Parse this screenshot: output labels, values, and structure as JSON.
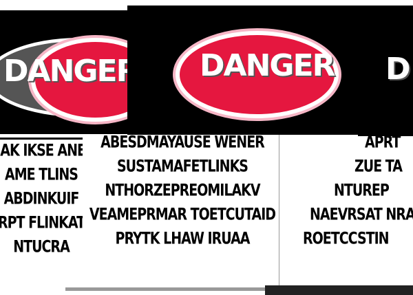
{
  "signs": [
    {
      "header": "DANGER",
      "lines": [
        "MAK IKSE ANER",
        "AME TLINS",
        "ABDINKUIF",
        "RPT FLINKAT",
        "NTUCRA"
      ]
    },
    {
      "header": "DANGER",
      "lines": [
        "ABESDMAYAUSE WENER",
        "SUSTAMAFETLINKS",
        "NTHORZEPREOMILAKV",
        "VEAMEPRMAR TOETCUTAID",
        "PRYTK LHAW IRUAA"
      ]
    },
    {
      "header": "D",
      "lines": [
        "APRT",
        "ZUE TA",
        "NTUREP",
        "NAEVRSAT NRA",
        "ROETCCSTIN"
      ]
    }
  ],
  "colors": {
    "header_red": "#e5173f",
    "band": "#000000",
    "gray": "#555555"
  }
}
